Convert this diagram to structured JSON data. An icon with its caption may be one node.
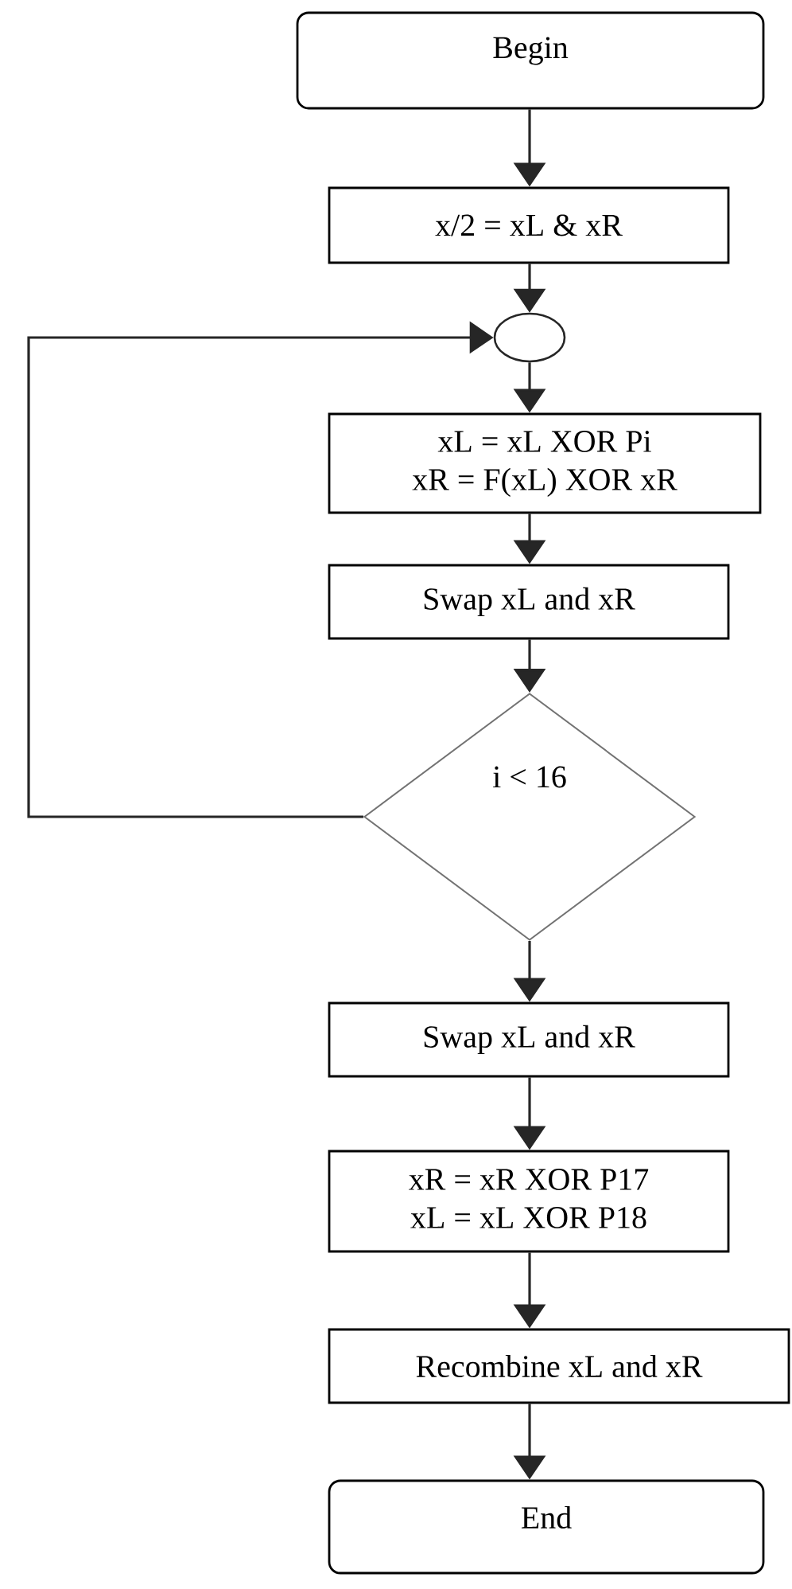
{
  "diagram": {
    "nodes": [
      {
        "text": [
          "Begin"
        ]
      },
      {
        "text": [
          "x/2 = xL & xR"
        ]
      },
      {
        "text": [],
        "shape": "circle"
      },
      {
        "text": [
          "xL = xL XOR Pi",
          "xR = F(xL) XOR xR"
        ]
      },
      {
        "text": [
          "Swap xL and xR"
        ]
      },
      {
        "text": [
          "i < 16"
        ]
      },
      {
        "text": [
          "Swap xL and xR"
        ]
      },
      {
        "text": [
          "xR = xR XOR P17",
          "xL = xL XOR P18"
        ]
      },
      {
        "text": [
          "Recombine xL and xR"
        ]
      },
      {
        "text": [
          "End"
        ]
      }
    ],
    "edges": [
      {
        "from": 0,
        "to": 1,
        "arrow": "to"
      },
      {
        "from": 1,
        "to": 2,
        "arrow": "to"
      },
      {
        "from": 2,
        "to": 3,
        "arrow": "to"
      },
      {
        "from": 3,
        "to": 4,
        "arrow": "to"
      },
      {
        "from": 4,
        "to": 5,
        "arrow": "to"
      },
      {
        "from": 5,
        "to": 2,
        "arrow": "to"
      },
      {
        "from": 5,
        "to": 6,
        "arrow": "to"
      },
      {
        "from": 6,
        "to": 7,
        "arrow": "to"
      },
      {
        "from": 7,
        "to": 8,
        "arrow": "to"
      },
      {
        "from": 8,
        "to": 9,
        "arrow": "to"
      }
    ]
  }
}
